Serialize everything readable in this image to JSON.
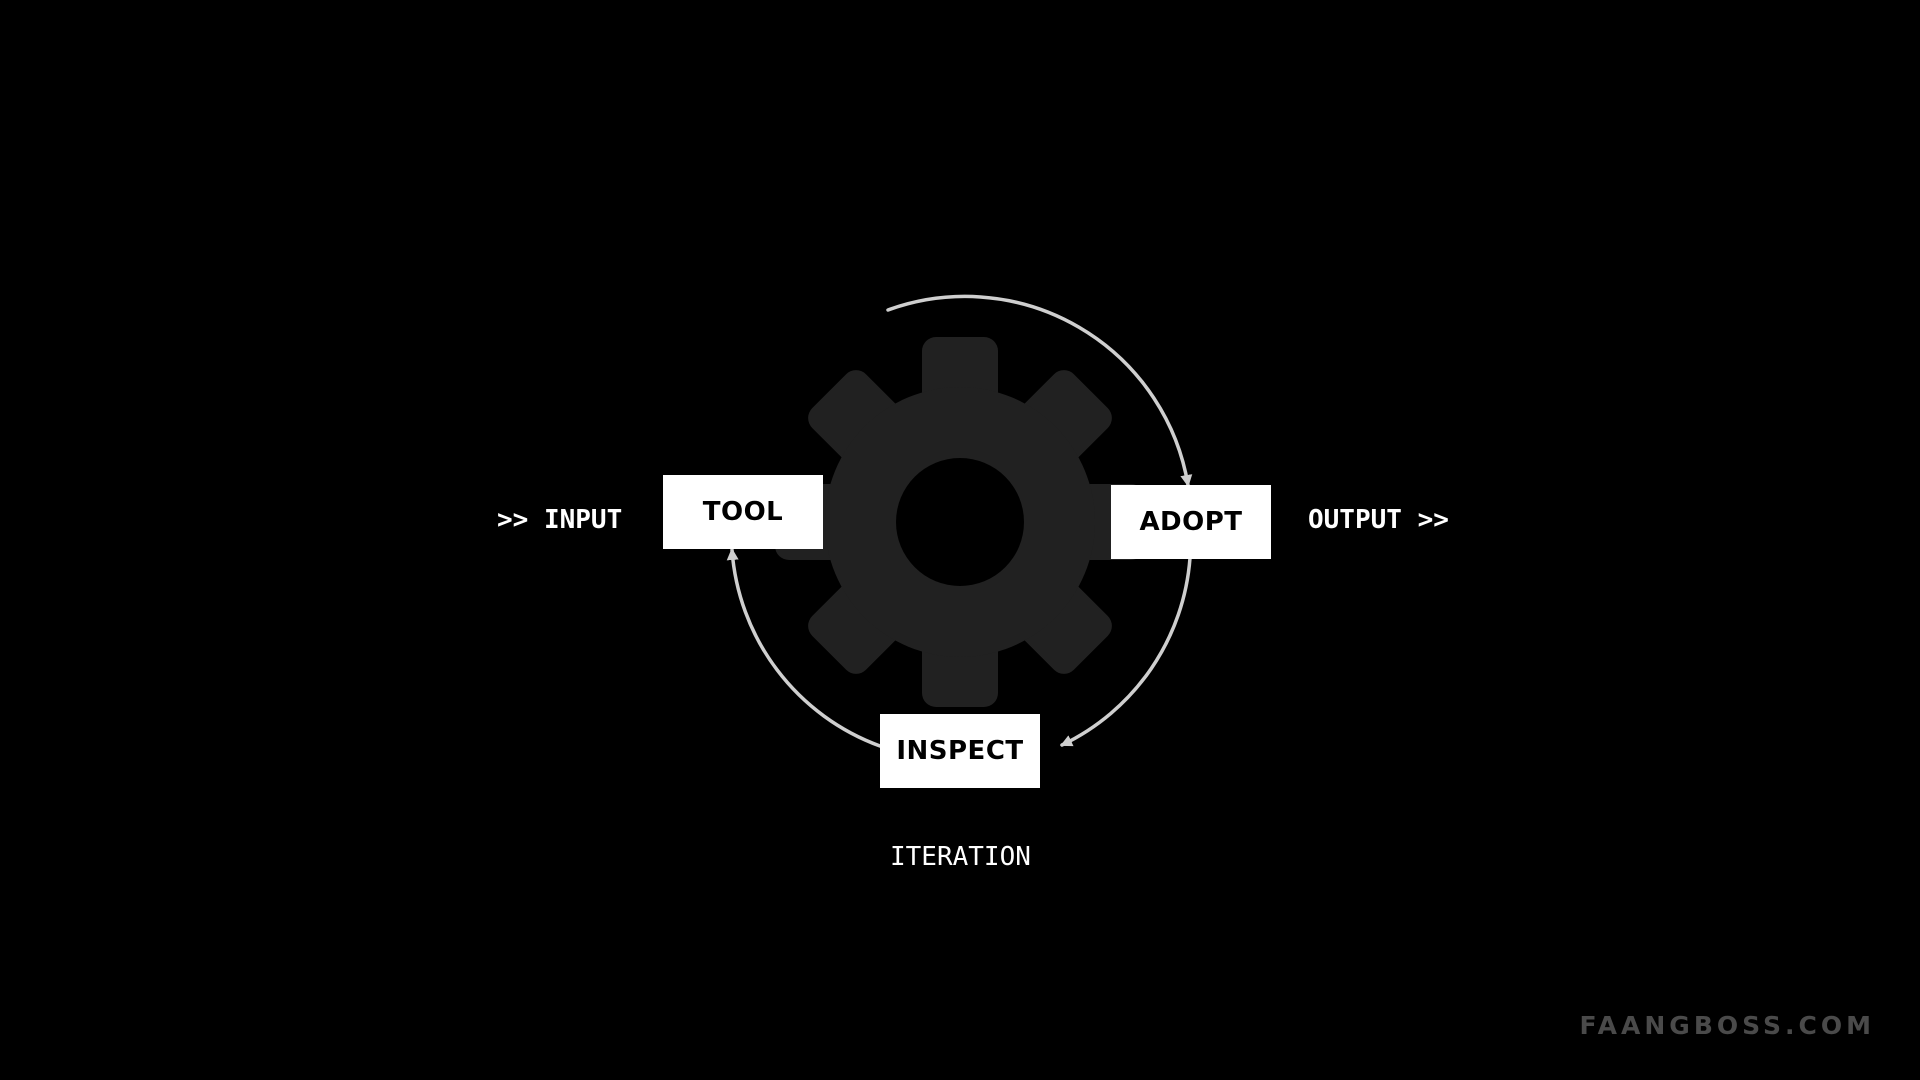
{
  "colors": {
    "background": "#000000",
    "gear": "#212121",
    "arrow": "#cfcfcf",
    "box_fill": "#ffffff",
    "box_text": "#000000",
    "label_text": "#ffffff",
    "watermark": "#4a4a4a"
  },
  "icons": {
    "center": "gear-icon"
  },
  "labels": {
    "input": ">> INPUT",
    "output": "OUTPUT >>",
    "caption": "ITERATION"
  },
  "nodes": {
    "tool": "TOOL",
    "adopt": "ADOPT",
    "inspect": "INSPECT"
  },
  "watermark": "FAANGBOSS.COM"
}
